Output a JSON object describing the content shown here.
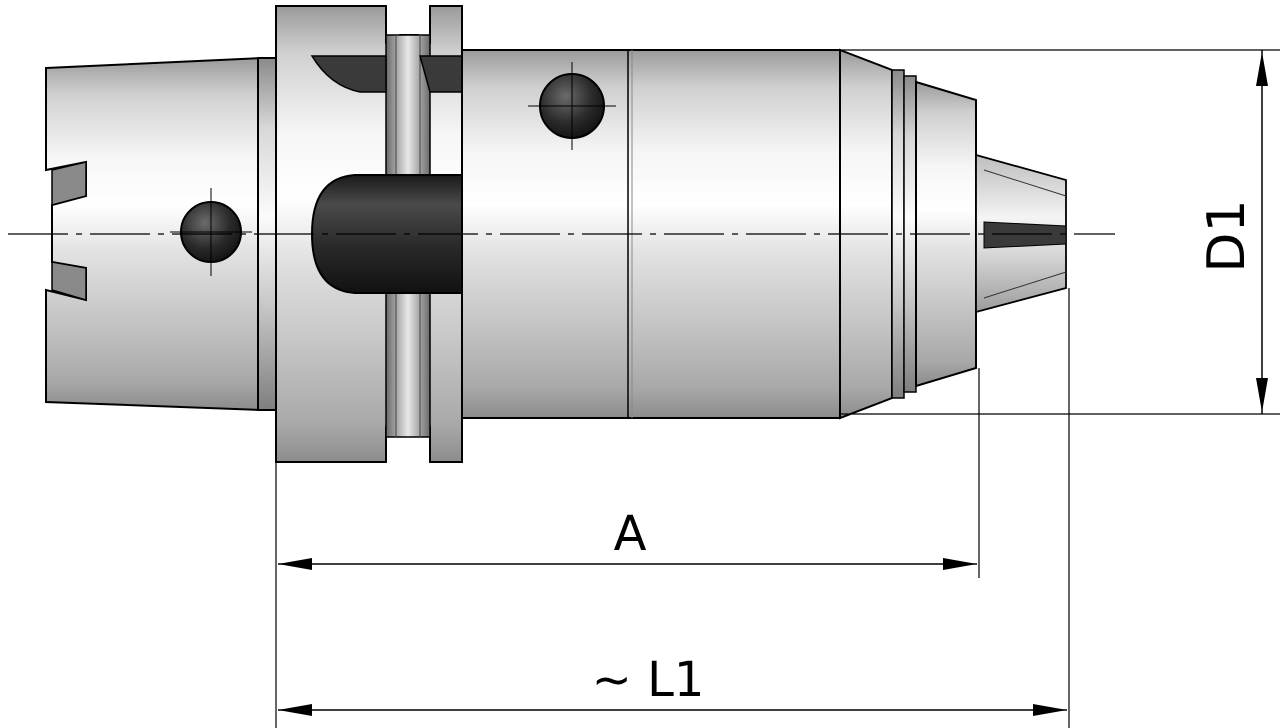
{
  "dimensions": {
    "d1_label": "D1",
    "a_label": "A",
    "l1_label": "~ L1"
  }
}
